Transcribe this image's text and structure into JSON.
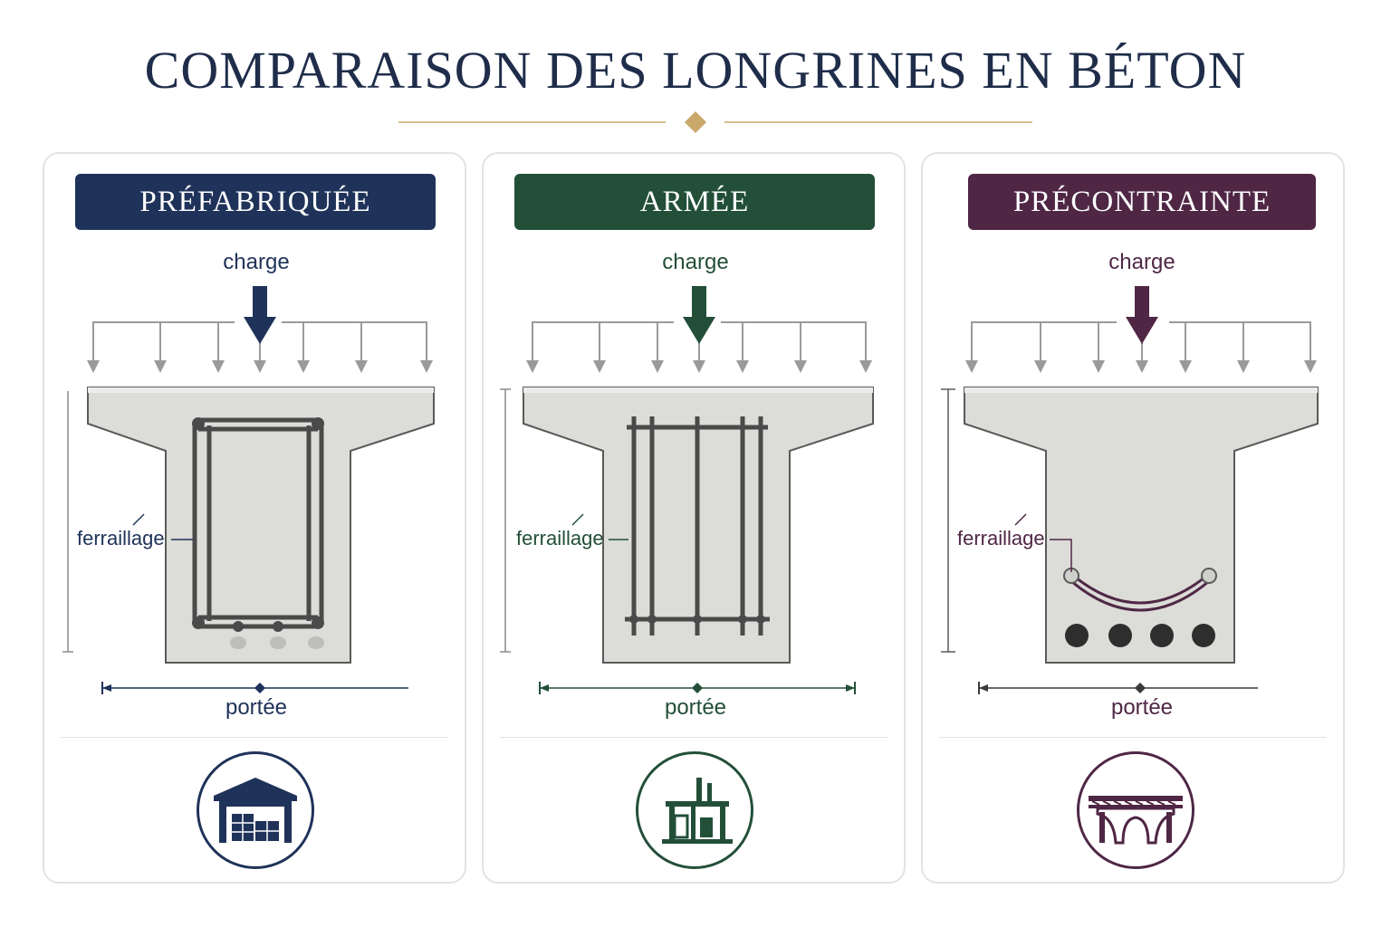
{
  "title": "COMPARAISON DES LONGRINES EN BÉTON",
  "colors": {
    "title": "#1f2d4a",
    "gold": "#c9a86a",
    "concrete": "#dcdcd8",
    "rebar": "#4a4a4a"
  },
  "panels": [
    {
      "title": "PRÉFABRIQUÉE",
      "color": "#1f3259",
      "charge_label": "charge",
      "ferraillage_label": "ferraillage",
      "portee_label": "portée",
      "icon": "warehouse-icon"
    },
    {
      "title": "ARMÉE",
      "color": "#234f39",
      "charge_label": "charge",
      "ferraillage_label": "ferraillage",
      "portee_label": "portée",
      "icon": "construction-site-icon"
    },
    {
      "title": "PRÉCONTRAINTE",
      "color": "#4f2745",
      "charge_label": "charge",
      "ferraillage_label": "ferraillage",
      "portee_label": "portée",
      "icon": "bridge-icon"
    }
  ]
}
